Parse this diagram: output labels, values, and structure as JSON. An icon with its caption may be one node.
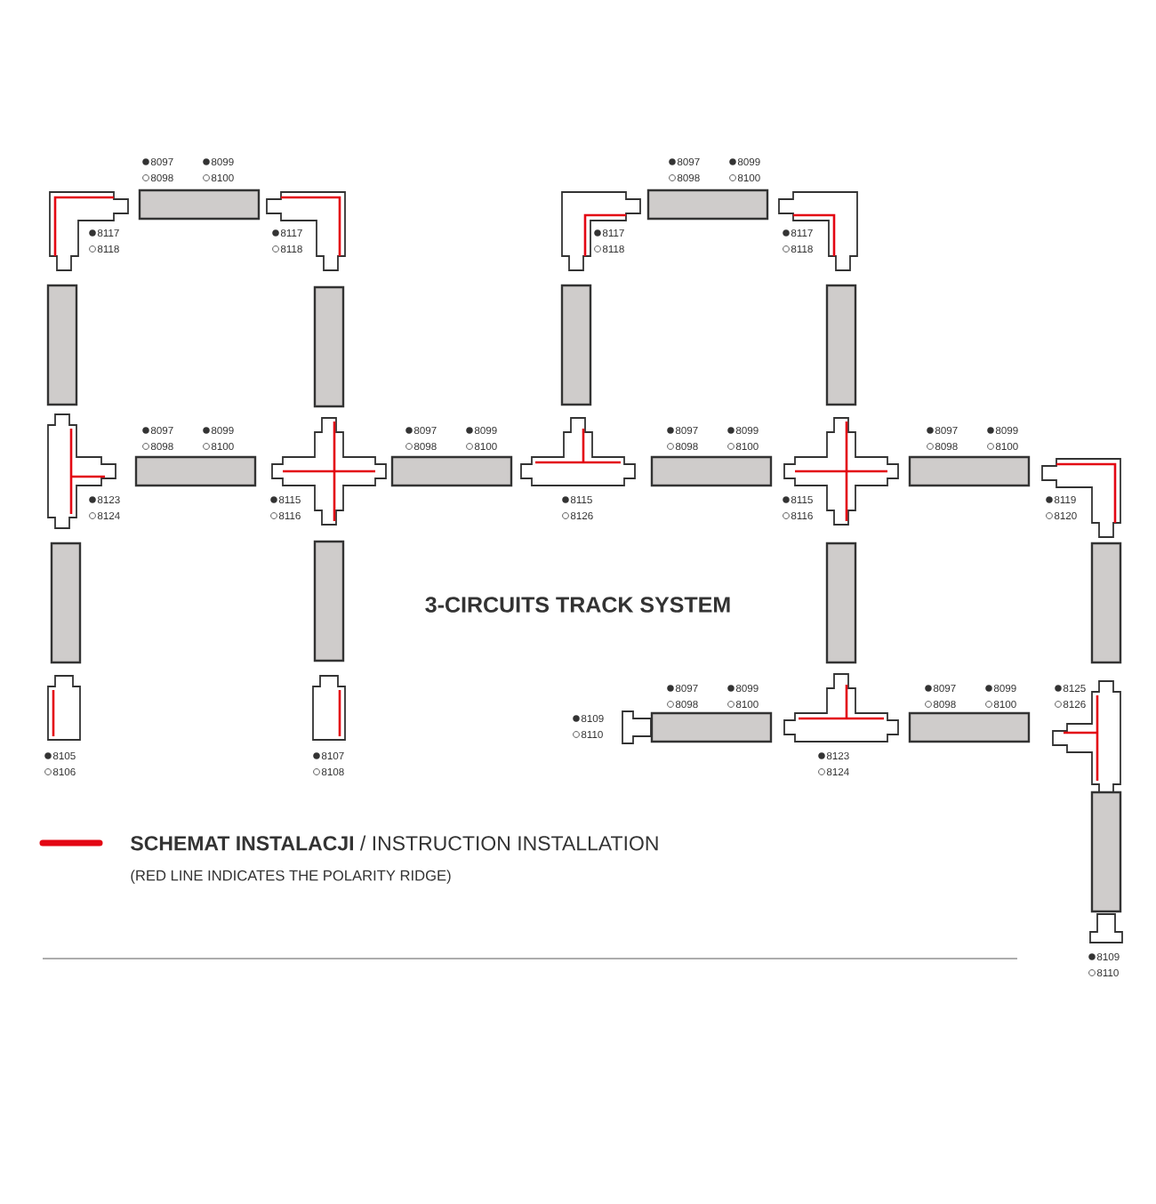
{
  "diagram": {
    "title": "3-CIRCUITS TRACK SYSTEM",
    "nodes": [
      {
        "text": [],
        "shape": "corner",
        "beside": [
          "8117",
          "8118"
        ]
      },
      {
        "text": [],
        "shape": "bar",
        "beside": [
          "8097",
          "8099",
          "8098",
          "8100"
        ]
      },
      {
        "text": [],
        "shape": "corner",
        "beside": [
          "8117",
          "8118"
        ]
      },
      {
        "text": [],
        "shape": "corner",
        "beside": [
          "8117",
          "8118"
        ]
      },
      {
        "text": [],
        "shape": "bar",
        "beside": [
          "8097",
          "8099",
          "8098",
          "8100"
        ]
      },
      {
        "text": [],
        "shape": "corner",
        "beside": [
          "8117",
          "8118"
        ]
      },
      {
        "text": [],
        "shape": "bar"
      },
      {
        "text": [],
        "shape": "bar"
      },
      {
        "text": [],
        "shape": "bar"
      },
      {
        "text": [],
        "shape": "bar"
      },
      {
        "text": [],
        "shape": "tee",
        "beside": [
          "8123",
          "8124"
        ]
      },
      {
        "text": [],
        "shape": "bar",
        "beside": [
          "8097",
          "8099",
          "8098",
          "8100"
        ]
      },
      {
        "text": [],
        "shape": "cross",
        "beside": [
          "8115",
          "8116"
        ]
      },
      {
        "text": [],
        "shape": "bar",
        "beside": [
          "8097",
          "8099",
          "8098",
          "8100"
        ]
      },
      {
        "text": [],
        "shape": "tee",
        "beside": [
          "8115",
          "8126"
        ]
      },
      {
        "text": [],
        "shape": "bar",
        "beside": [
          "8097",
          "8099",
          "8098",
          "8100"
        ]
      },
      {
        "text": [],
        "shape": "cross",
        "beside": [
          "8115",
          "8116"
        ]
      },
      {
        "text": [],
        "shape": "bar",
        "beside": [
          "8097",
          "8099",
          "8098",
          "8100"
        ]
      },
      {
        "text": [],
        "shape": "corner",
        "beside": [
          "8119",
          "8120"
        ]
      },
      {
        "text": [],
        "shape": "bar"
      },
      {
        "text": [],
        "shape": "bar"
      },
      {
        "text": [],
        "shape": "bar"
      },
      {
        "text": [],
        "shape": "bar"
      },
      {
        "text": [],
        "shape": "box",
        "beside": [
          "8105",
          "8106"
        ]
      },
      {
        "text": [],
        "shape": "box",
        "beside": [
          "8107",
          "8108"
        ]
      },
      {
        "text": [],
        "shape": "cap",
        "beside": [
          "8109",
          "8110"
        ]
      },
      {
        "text": [],
        "shape": "bar",
        "beside": [
          "8097",
          "8099",
          "8098",
          "8100"
        ]
      },
      {
        "text": [],
        "shape": "tee",
        "beside": [
          "8123",
          "8124"
        ]
      },
      {
        "text": [],
        "shape": "bar",
        "beside": [
          "8097",
          "8099",
          "8098",
          "8100"
        ]
      },
      {
        "text": [],
        "shape": "tee",
        "beside": [
          "8125",
          "8126"
        ]
      },
      {
        "text": [],
        "shape": "bar"
      },
      {
        "text": [],
        "shape": "cap",
        "beside": [
          "8109",
          "8110"
        ]
      }
    ],
    "labels": [
      "(RED LINE INDICATES THE POLARITY RIDGE)"
    ],
    "legend": [
      {
        "text": "**SCHEMAT INSTALACJI** / INSTRUCTION INSTALLATION"
      }
    ]
  }
}
